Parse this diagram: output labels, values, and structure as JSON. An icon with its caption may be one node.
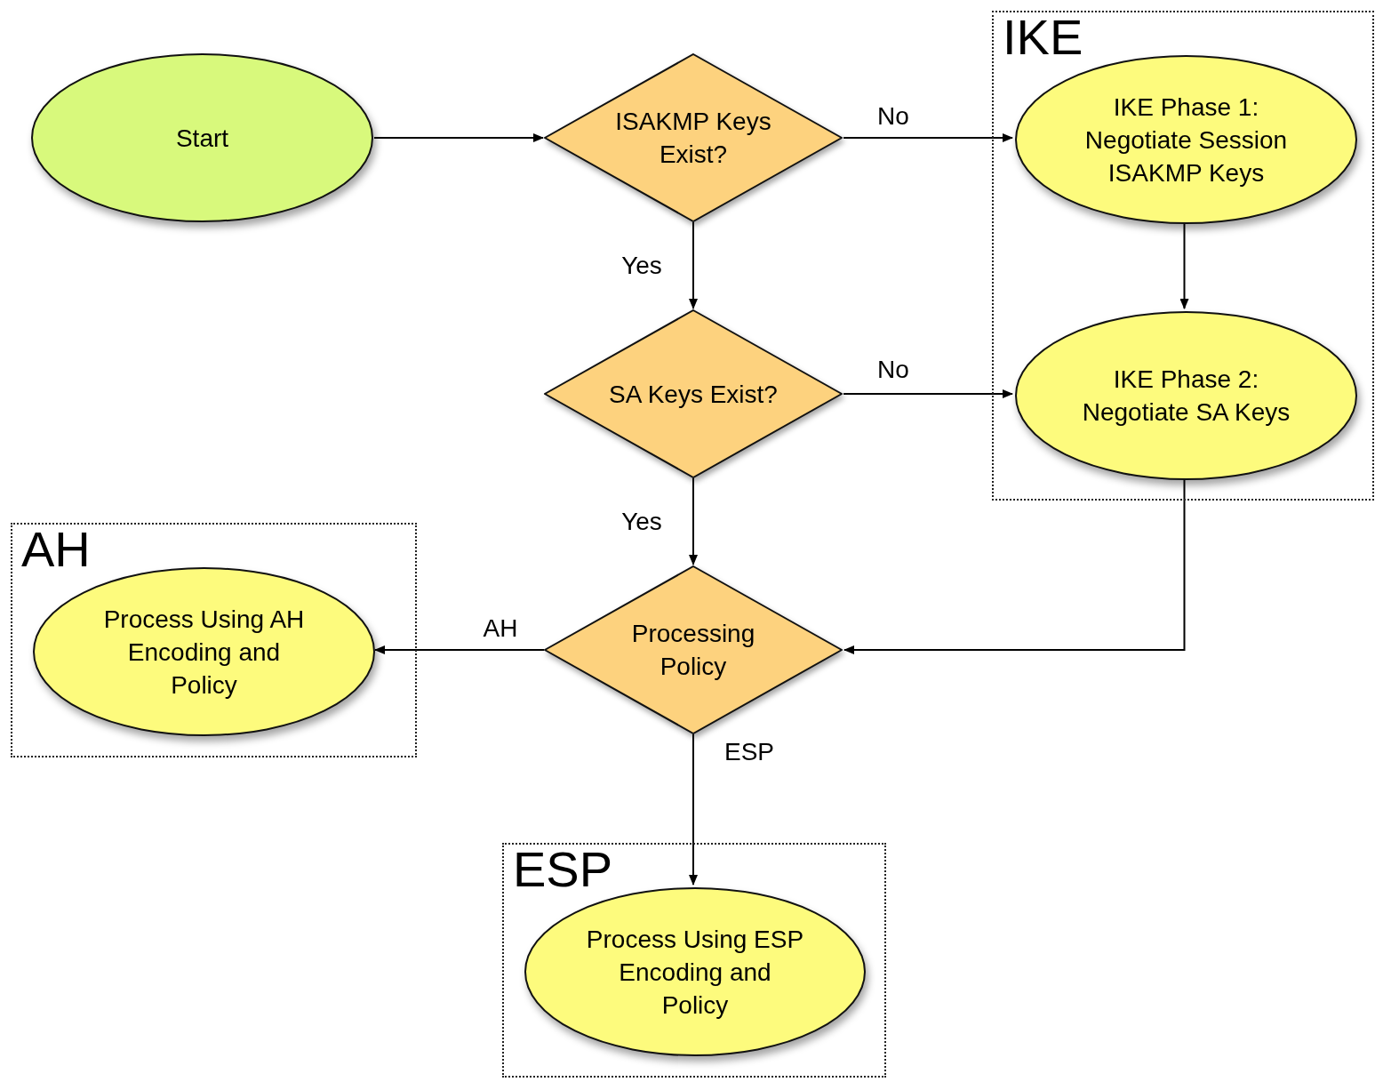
{
  "diagram": {
    "nodes": [
      {
        "text": [
          "Start"
        ]
      },
      {
        "text": [
          "ISAKMP Keys Exist?"
        ]
      },
      {
        "text": [
          "IKE"
        ]
      },
      {
        "text": [
          "IKE Phase 1: Negotiate Session ISAKMP Keys"
        ],
        "in": 2
      },
      {
        "text": [
          "SA Keys Exist?"
        ]
      },
      {
        "text": [
          "IKE Phase 2: Negotiate SA Keys"
        ],
        "in": 2
      },
      {
        "text": [
          "AH"
        ]
      },
      {
        "text": [
          "Process Using AH Encoding and Policy"
        ],
        "in": 6
      },
      {
        "text": [
          "Processing Policy"
        ]
      },
      {
        "text": [
          "ESP"
        ]
      },
      {
        "text": [
          "Process Using ESP Encoding and Policy"
        ],
        "in": 9
      }
    ],
    "edges": [
      {
        "from": 0,
        "to": 1,
        "arrow": "to"
      },
      {
        "from": 1,
        "to": 3,
        "arrow": "to",
        "label": "No"
      },
      {
        "from": 1,
        "to": 4,
        "arrow": "to",
        "label": "Yes"
      },
      {
        "from": 3,
        "to": 5,
        "arrow": "to"
      },
      {
        "from": 4,
        "to": 5,
        "arrow": "to",
        "label": "No"
      },
      {
        "from": 4,
        "to": 8,
        "arrow": "to",
        "label": "Yes"
      },
      {
        "from": 5,
        "to": 8,
        "arrow": "to"
      },
      {
        "from": 8,
        "to": 7,
        "arrow": "to",
        "label": "AH"
      },
      {
        "from": 8,
        "to": 10,
        "arrow": "to",
        "label": "ESP"
      }
    ]
  }
}
